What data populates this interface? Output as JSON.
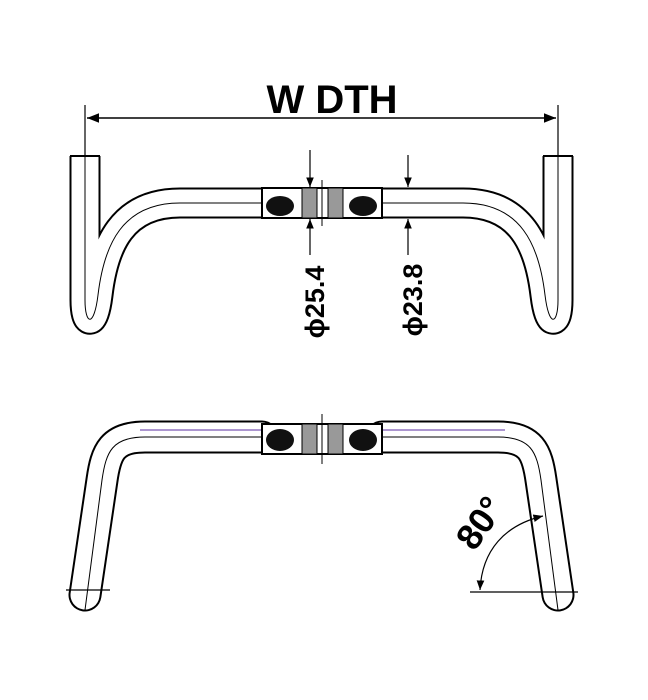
{
  "drawing": {
    "width_label": "W DTH",
    "clamp_diameter_label": "ϕ25.4",
    "bar_diameter_label": "ϕ23.8",
    "drop_angle_label": "80°",
    "line_color": "#000000",
    "center_line_color": "#5a2ca0"
  }
}
